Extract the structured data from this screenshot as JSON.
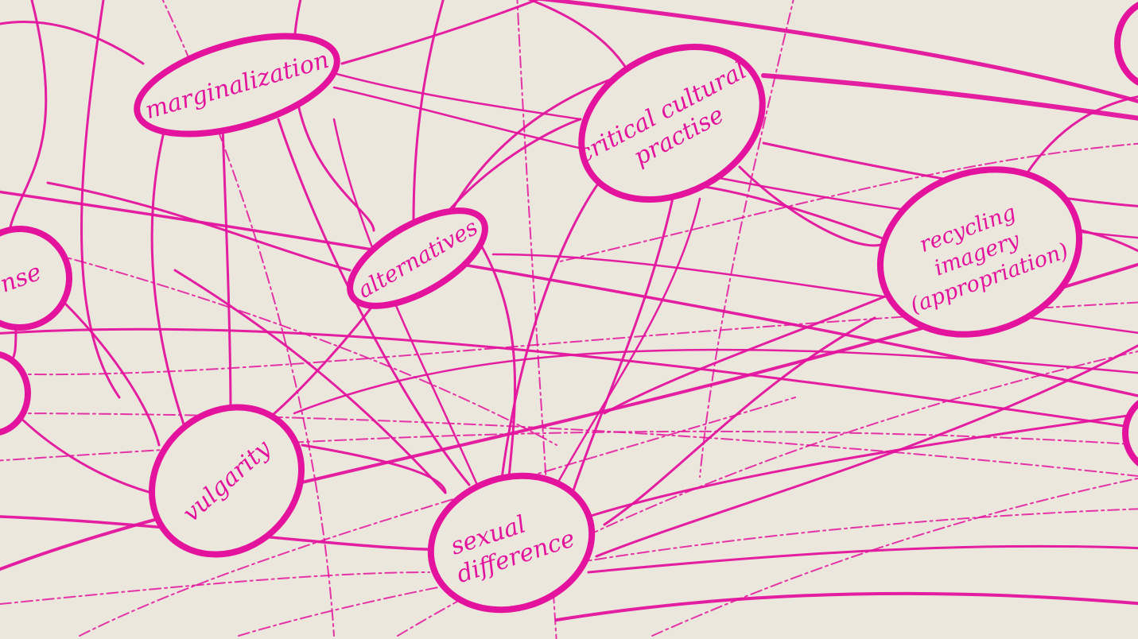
{
  "colors": {
    "paper": "#ece7dc",
    "ink": "#e3139d"
  },
  "nodes": [
    {
      "id": "marginalization",
      "lines": [
        "marginalization"
      ]
    },
    {
      "id": "critical-cultural-practice",
      "lines": [
        "critical cultural",
        "practise"
      ]
    },
    {
      "id": "alternatives",
      "lines": [
        "alternatives"
      ]
    },
    {
      "id": "recycling-imagery",
      "lines": [
        "recycling",
        "imagery",
        "(appropriation)"
      ]
    },
    {
      "id": "sense",
      "lines": [
        "ense"
      ]
    },
    {
      "id": "vulgarity",
      "lines": [
        "vulgarity"
      ]
    },
    {
      "id": "sexual-difference",
      "lines": [
        "sexual",
        "difference"
      ]
    }
  ]
}
